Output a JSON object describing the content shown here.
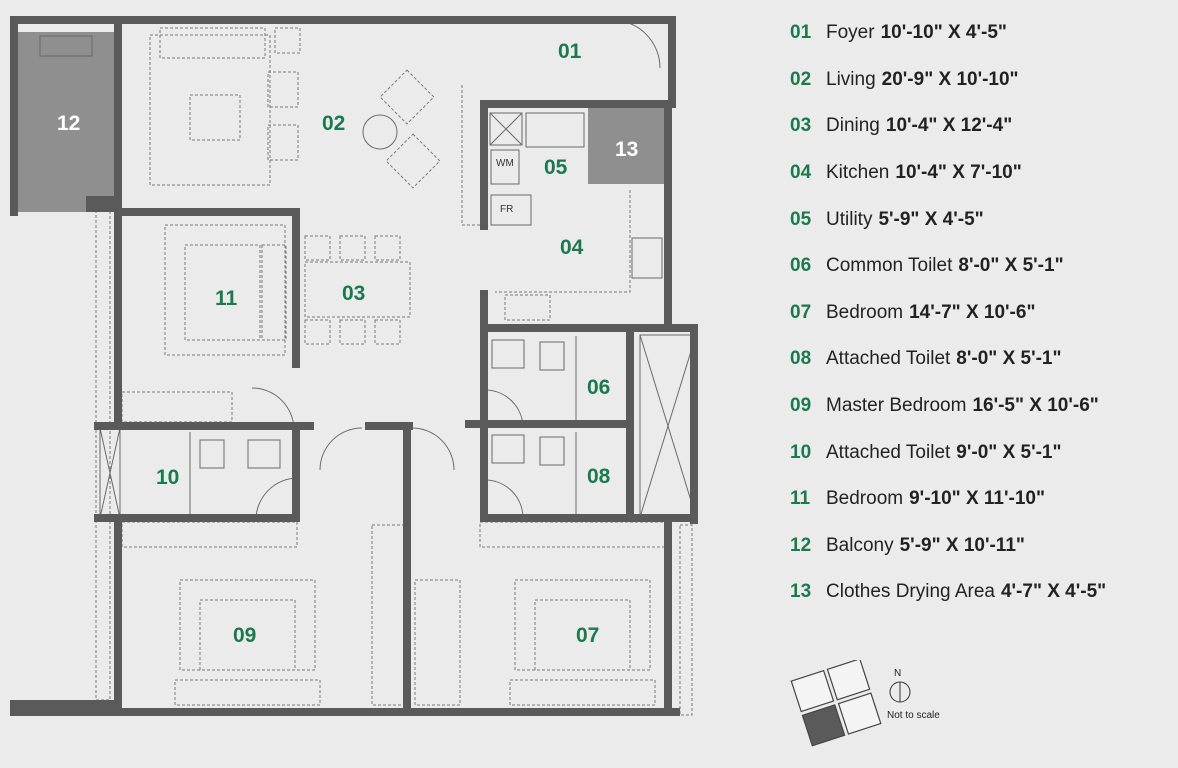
{
  "room_labels": {
    "r01": "01",
    "r02": "02",
    "r03": "03",
    "r04": "04",
    "r05": "05",
    "r06": "06",
    "r07": "07",
    "r08": "08",
    "r09": "09",
    "r10": "10",
    "r11": "11",
    "r12": "12",
    "r13": "13"
  },
  "fixtures": {
    "wm": "WM",
    "fr": "FR"
  },
  "legend": [
    {
      "num": "01",
      "name": "Foyer",
      "dim": "10'-10\" X 4'-5\""
    },
    {
      "num": "02",
      "name": "Living",
      "dim": "20'-9\" X 10'-10\""
    },
    {
      "num": "03",
      "name": "Dining",
      "dim": "10'-4\" X 12'-4\""
    },
    {
      "num": "04",
      "name": "Kitchen",
      "dim": "10'-4\" X 7'-10\""
    },
    {
      "num": "05",
      "name": "Utility",
      "dim": "5'-9\" X 4'-5\""
    },
    {
      "num": "06",
      "name": "Common Toilet",
      "dim": "8'-0\" X 5'-1\""
    },
    {
      "num": "07",
      "name": "Bedroom",
      "dim": "14'-7\" X 10'-6\""
    },
    {
      "num": "08",
      "name": "Attached Toilet",
      "dim": "8'-0\" X 5'-1\""
    },
    {
      "num": "09",
      "name": "Master Bedroom",
      "dim": "16'-5\" X 10'-6\""
    },
    {
      "num": "10",
      "name": "Attached Toilet",
      "dim": "9'-0\" X 5'-1\""
    },
    {
      "num": "11",
      "name": "Bedroom",
      "dim": "9'-10\" X 11'-10\""
    },
    {
      "num": "12",
      "name": "Balcony",
      "dim": "5'-9\" X 10'-11\""
    },
    {
      "num": "13",
      "name": "Clothes Drying Area",
      "dim": "4'-7\" X 4'-5\""
    }
  ],
  "compass": {
    "north": "N",
    "note": "Not to scale"
  },
  "colors": {
    "wall": "#5a5a5a",
    "label": "#1a7a4e",
    "background": "#ebebeb",
    "shaded_area": "#8f8f8f"
  }
}
